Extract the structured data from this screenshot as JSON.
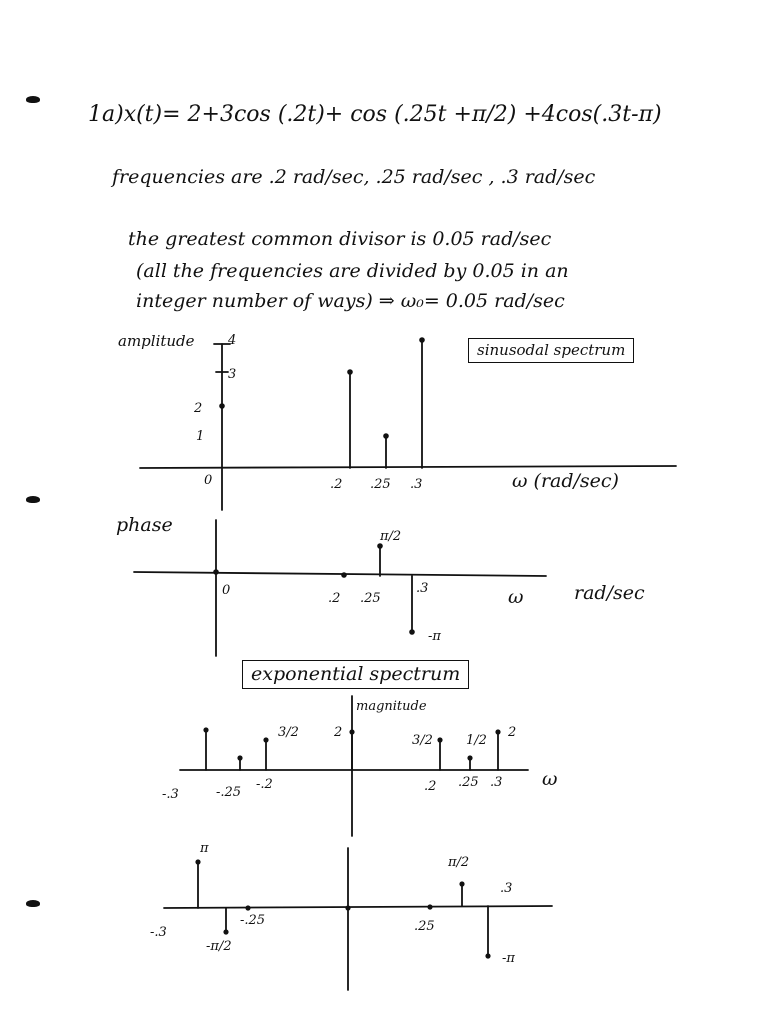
{
  "line1": "1a)x(t)= 2+3cos (.2t)+ cos (.25t +π/2) +4cos(.3t-π)",
  "line2": "frequencies are .2 rad/sec, .25 rad/sec , .3 rad/sec",
  "line3": "the greatest common divisor is 0.05 rad/sec",
  "line4": "(all the frequencies are divided by 0.05 in an",
  "line5": "integer number of ways) ⇒ ω₀= 0.05 rad/sec",
  "amplitude_plot": {
    "ylabel": "amplitude",
    "box_label": "sinusodal spectrum",
    "y_ticks": [
      "4",
      "3",
      "2",
      "1"
    ],
    "origin": "0",
    "x_ticks": [
      ".2",
      ".25",
      ".3"
    ],
    "xlabel": "ω (rad/sec)"
  },
  "phase_plot": {
    "ylabel": "phase",
    "origin": "0",
    "x_ticks": [
      ".2",
      ".25",
      ".3"
    ],
    "top_label": "π/2",
    "bottom_label": "-π",
    "xlabel_w": "ω",
    "xlabel_unit": "rad/sec"
  },
  "exp_header": "exponential spectrum",
  "exp_mag_plot": {
    "ylabel": "magnitude",
    "labels": [
      "3/2",
      "2",
      "3/2",
      "1/2",
      "2"
    ],
    "x_ticks_neg": [
      "-.3",
      "-.25",
      "-.2"
    ],
    "x_ticks_pos": [
      ".2",
      ".25",
      ".3"
    ],
    "xlabel": "ω"
  },
  "exp_phase_plot": {
    "labels_top": [
      "π",
      "π/2"
    ],
    "labels_bottom": [
      "-π/2",
      "-π"
    ],
    "x_ticks": [
      "-.3",
      "-.25",
      ".25",
      ".3"
    ]
  }
}
